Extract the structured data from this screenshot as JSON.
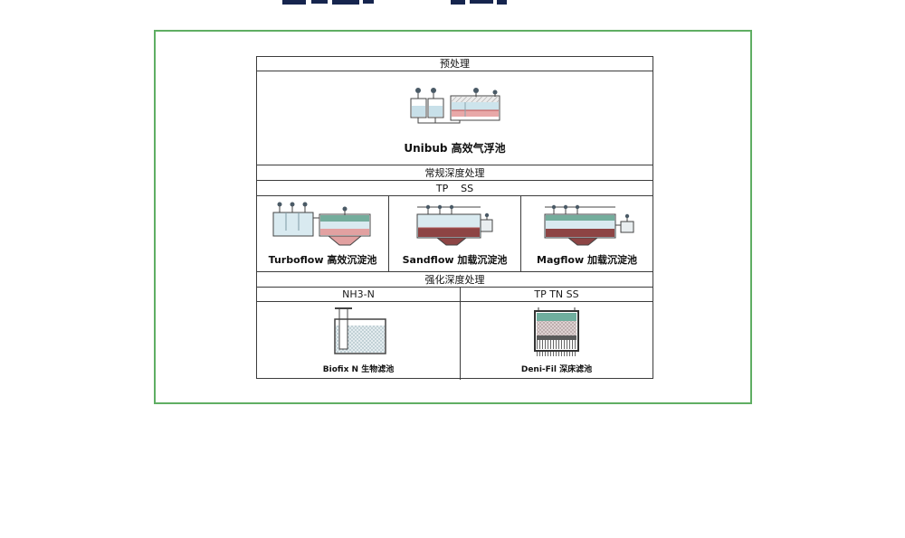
{
  "frame": {
    "border_color": "#5fae63"
  },
  "table": {
    "pretreatment": {
      "header": "预处理",
      "item_label": "Unibub 高效气浮池"
    },
    "conventional": {
      "header": "常规深度处理",
      "subheader": "TP    SS",
      "items": [
        {
          "label": "Turboflow 高效沉淀池"
        },
        {
          "label": "Sandflow 加载沉淀池"
        },
        {
          "label": "Magflow 加载沉淀池"
        }
      ]
    },
    "enhanced": {
      "header": "强化深度处理",
      "columns": [
        {
          "header": "NH3-N",
          "label": "Biofix N 生物滤池"
        },
        {
          "header": "TP TN SS",
          "label": "Deni-Fil 深床滤池"
        }
      ]
    }
  },
  "colors": {
    "frame_green": "#5fae63",
    "water_blue": "#d9eaf0",
    "algae_green": "#74ad9c",
    "sludge_pink": "#e2a1a1",
    "ballast_maroon": "#8d4444",
    "line_dark": "#3c3c3c"
  }
}
